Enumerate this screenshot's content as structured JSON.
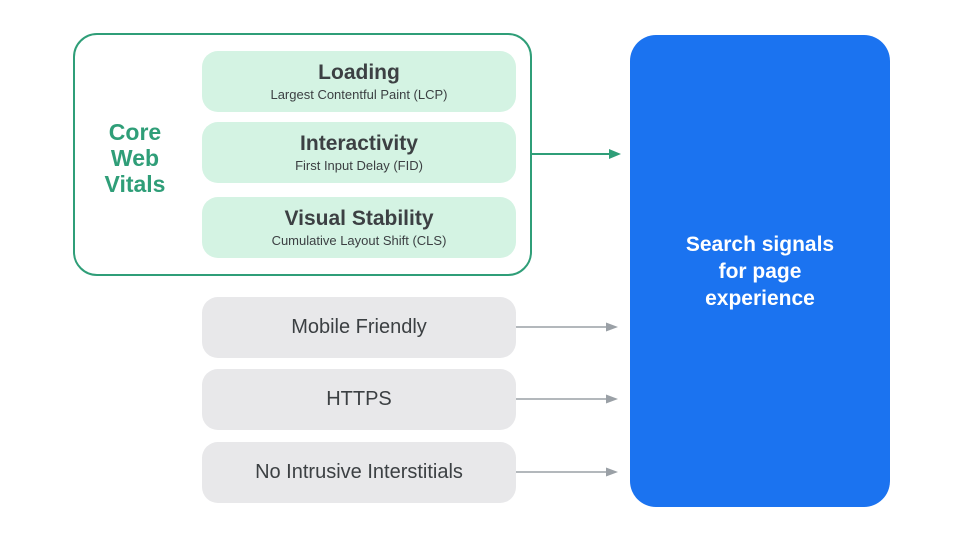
{
  "core_web_vitals": {
    "label": "Core Web Vitals",
    "metrics": [
      {
        "title": "Loading",
        "subtitle": "Largest Contentful Paint (LCP)"
      },
      {
        "title": "Interactivity",
        "subtitle": "First Input Delay (FID)"
      },
      {
        "title": "Visual Stability",
        "subtitle": "Cumulative Layout Shift (CLS)"
      }
    ]
  },
  "other_signals": [
    {
      "label": "Mobile Friendly"
    },
    {
      "label": "HTTPS"
    },
    {
      "label": "No Intrusive Interstitials"
    }
  ],
  "result_box": {
    "label": "Search signals for page experience"
  },
  "icons": {
    "green_arrow": "right-arrow",
    "gray_arrow": "right-arrow"
  },
  "colors": {
    "background": "#ffffff",
    "green_accent": "#2f9e78",
    "green_pill_bg": "#d4f3e3",
    "gray_pill_bg": "#e8e8ea",
    "dark_text": "#3c4043",
    "arrow_gray": "#9aa0a6",
    "blue_box_bg": "#1b73f0",
    "blue_box_text": "#ffffff"
  }
}
